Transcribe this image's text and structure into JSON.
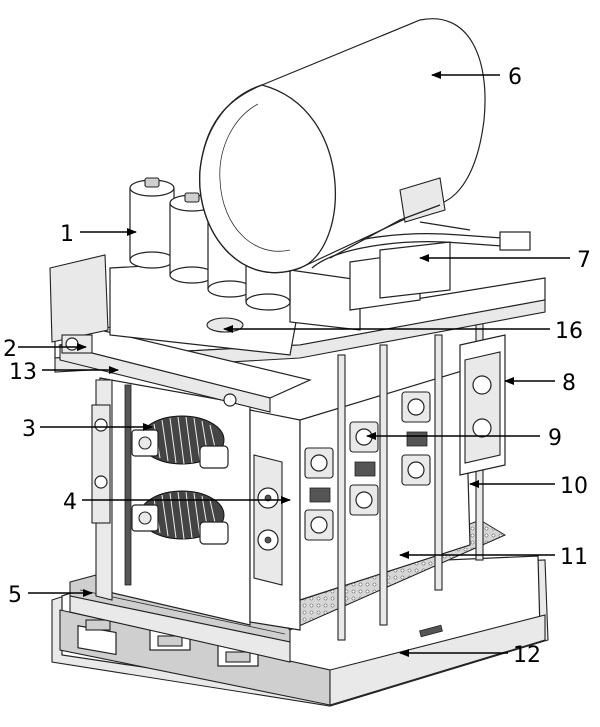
{
  "callouts": [
    {
      "id": "1",
      "label": "1"
    },
    {
      "id": "2",
      "label": "2"
    },
    {
      "id": "3",
      "label": "3"
    },
    {
      "id": "4",
      "label": "4"
    },
    {
      "id": "5",
      "label": "5"
    },
    {
      "id": "6",
      "label": "6"
    },
    {
      "id": "7",
      "label": "7"
    },
    {
      "id": "8",
      "label": "8"
    },
    {
      "id": "9",
      "label": "9"
    },
    {
      "id": "10",
      "label": "10"
    },
    {
      "id": "11",
      "label": "11"
    },
    {
      "id": "12",
      "label": "12"
    },
    {
      "id": "13",
      "label": "13"
    },
    {
      "id": "16",
      "label": "16"
    }
  ]
}
